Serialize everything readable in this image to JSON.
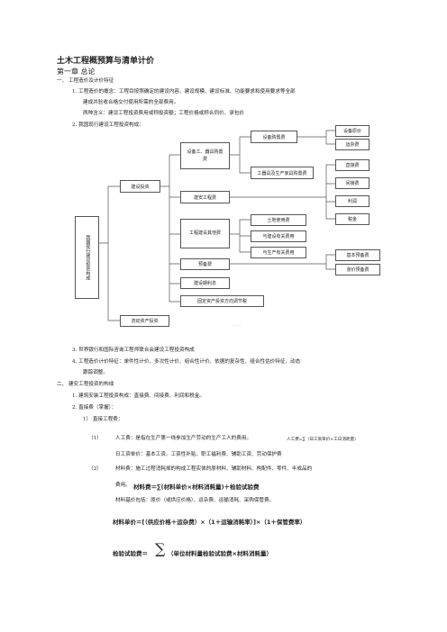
{
  "doc": {
    "title": "土木工程概预算与清单计价",
    "chapter": "第一章  总论",
    "s1": "一、  工程造价及计价特征",
    "p1_1": "1.   工程造价的概念：工程目按照确定的建设内容、建设规模、建设标准、功能要求和使用要求等全部",
    "p1_1b": "建成并验收合格交付使用所需的全部费用。",
    "p1_1c": "两种含义：建设工程投资费用或称投资额；工程价格或称合同价、承包价",
    "p1_2": "2.  我国现行建设工程投资构成：",
    "p3": "3.  世界银行和国际咨询工程师联合会建设工程投资构成",
    "p4": "4.  工程造价计价特征：单件性计价、多次性计价、组合性计价、依据的复杂性、组合性估价特征、动态",
    "p4b": "跟踪调整。",
    "s2": "二、  建安工程投资的构成",
    "p2_1": "1.  建筑安装工程投资构成：直接费、间接费、利润和税金。",
    "p2_2": "2.  直接费（掌握）：",
    "p2_2_1": "1）  直接工程费：",
    "item1_num": "（1）",
    "item1": "人工费：是指在生产第一线参加生产劳动的生产工人的费用。",
    "item1_formula": "人工费=∑（日工资单价×工日消耗量）",
    "item1b": "日工资单价：基本工资、工资性补贴、职工福利费、辅助工资、劳动保护费",
    "item2_num": "（2）",
    "item2": "材料费：施工过程消耗掉的构成工程实体的原材料、辅助材料、构配件、零件、半成品的",
    "item2b": "费用。",
    "item2_formula": "材料费＝∑(材料单价×材料消耗量)＋检验试验费",
    "item2c": "材料基价包括：原价（或供应价格）、运杂费、运输消耗、采购保管费。",
    "formula3": "材料单价＝[（供应价格＋运杂费）×（1＋运输消耗率）]×（1＋保管费率）",
    "formula4_left": "检验试验费＝",
    "formula4_sigma": "∑",
    "formula4_right": "（单位材料量检验试验费×材料消耗量）"
  },
  "diagram": {
    "root": "我国现行建设投资构成",
    "build_invest": "建设投资",
    "equip_tool": "设备工、器具购置费",
    "equip_buy": "设备购置费",
    "equip_price": "设备原价",
    "freight": "运杂费",
    "tool_buy": "工器具及生产家具购置费",
    "install_fee": "建安工程费",
    "direct": "直接费",
    "indirect": "间接费",
    "profit": "利润",
    "tax": "税金",
    "other_fee": "工程建设其他费",
    "land_fee": "土地使用费",
    "build_related": "与建设有关费用",
    "prod_related": "与生产有关费用",
    "reserve": "预备费",
    "basic_reserve": "基本预备费",
    "price_reserve": "涨价预备费",
    "interest": "建设期利息",
    "fixed_tax": "固定资产投资方向调节税",
    "working_capital": "流动资产投资",
    "watermark": "……"
  }
}
